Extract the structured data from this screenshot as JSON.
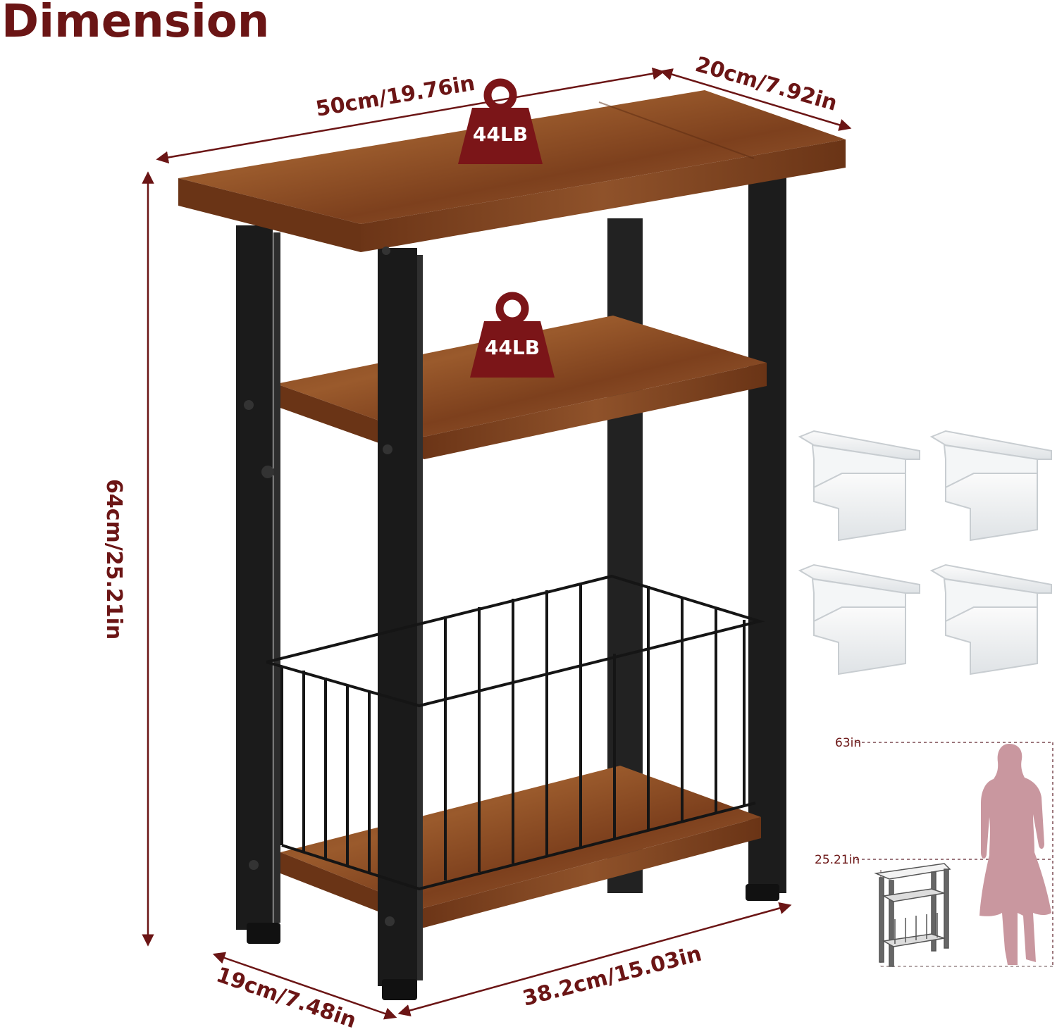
{
  "title": "Dimension",
  "dimensions": {
    "width": "50cm/19.76in",
    "depth_top": "20cm/7.92in",
    "height": "64cm/25.21in",
    "bottom_depth": "19cm/7.48in",
    "bottom_width": "38.2cm/15.03in"
  },
  "load": {
    "top": "44LB",
    "middle": "44LB"
  },
  "comparison": {
    "person_height": "63in",
    "table_height": "25.21in"
  },
  "colors": {
    "accent": "#6b1515",
    "wood": "#8a4a22",
    "metal": "#1e1e1e",
    "silhouette": "#c9979f"
  }
}
